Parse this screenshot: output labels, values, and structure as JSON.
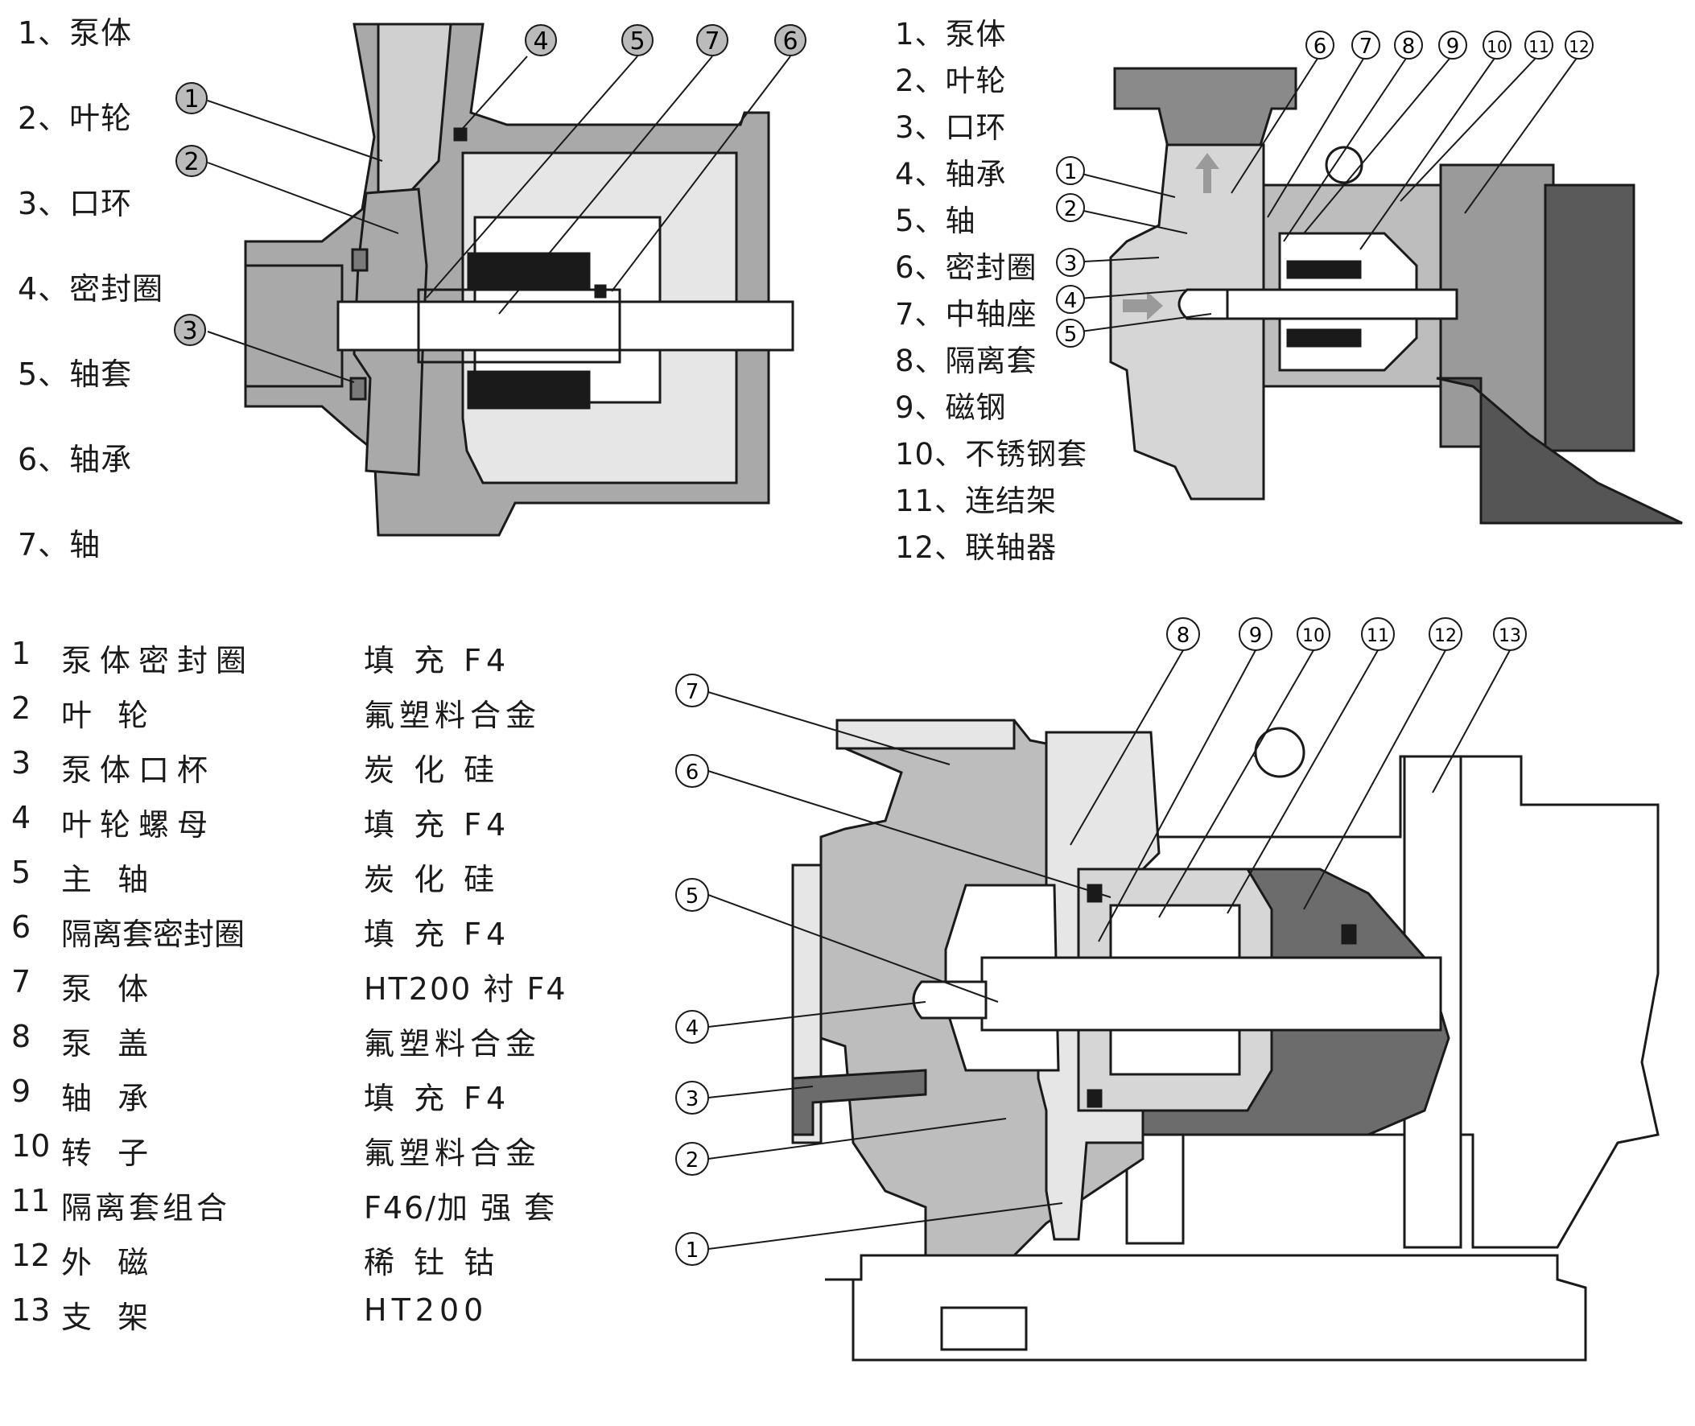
{
  "legend_top_left": [
    "1、泵体",
    "2、叶轮",
    "3、口环",
    "4、密封圈",
    "5、轴套",
    "6、轴承",
    "7、轴"
  ],
  "legend_top_right": [
    "1、泵体",
    "2、叶轮",
    "3、口环",
    "4、轴承",
    "5、轴",
    "6、密封圈",
    "7、中轴座",
    "8、隔离套",
    "9、磁钢",
    "10、不锈钢套",
    "11、连结架",
    "12、联轴器"
  ],
  "materials_table": [
    {
      "num": "1",
      "name": "泵体密封圈",
      "material": "填 充 F4"
    },
    {
      "num": "2",
      "name": "叶 轮",
      "material": "氟塑料合金"
    },
    {
      "num": "3",
      "name": "泵体口杯",
      "material": "炭 化 硅"
    },
    {
      "num": "4",
      "name": "叶轮螺母",
      "material": "填 充 F4"
    },
    {
      "num": "5",
      "name": "主 轴",
      "material": "炭 化 硅"
    },
    {
      "num": "6",
      "name": "隔离套密封圈",
      "material": "填 充 F4"
    },
    {
      "num": "7",
      "name": "泵 体",
      "material": "HT200 衬 F4"
    },
    {
      "num": "8",
      "name": "泵 盖",
      "material": "氟塑料合金"
    },
    {
      "num": "9",
      "name": "轴 承",
      "material": "填 充 F4"
    },
    {
      "num": "10",
      "name": "转 子",
      "material": "氟塑料合金"
    },
    {
      "num": "11",
      "name": "隔离套组合",
      "material": "F46/加 强 套"
    },
    {
      "num": "12",
      "name": "外 磁",
      "material": "稀 钍 钴"
    },
    {
      "num": "13",
      "name": "支 架",
      "material": "HT200"
    }
  ],
  "diagram1_callouts": [
    "1",
    "2",
    "3",
    "4",
    "5",
    "7",
    "6"
  ],
  "diagram2_callouts": [
    "6",
    "7",
    "8",
    "9",
    "10",
    "11",
    "12",
    "1",
    "2",
    "3",
    "4",
    "5"
  ],
  "diagram3_callouts": [
    "8",
    "9",
    "10",
    "11",
    "12",
    "13",
    "7",
    "6",
    "5",
    "4",
    "3",
    "2",
    "1"
  ],
  "colors": {
    "gray_fill": "#a9a9a9",
    "dark_fill": "#555555",
    "light_fill": "#e6e6e6",
    "line": "#1a1a1a"
  }
}
